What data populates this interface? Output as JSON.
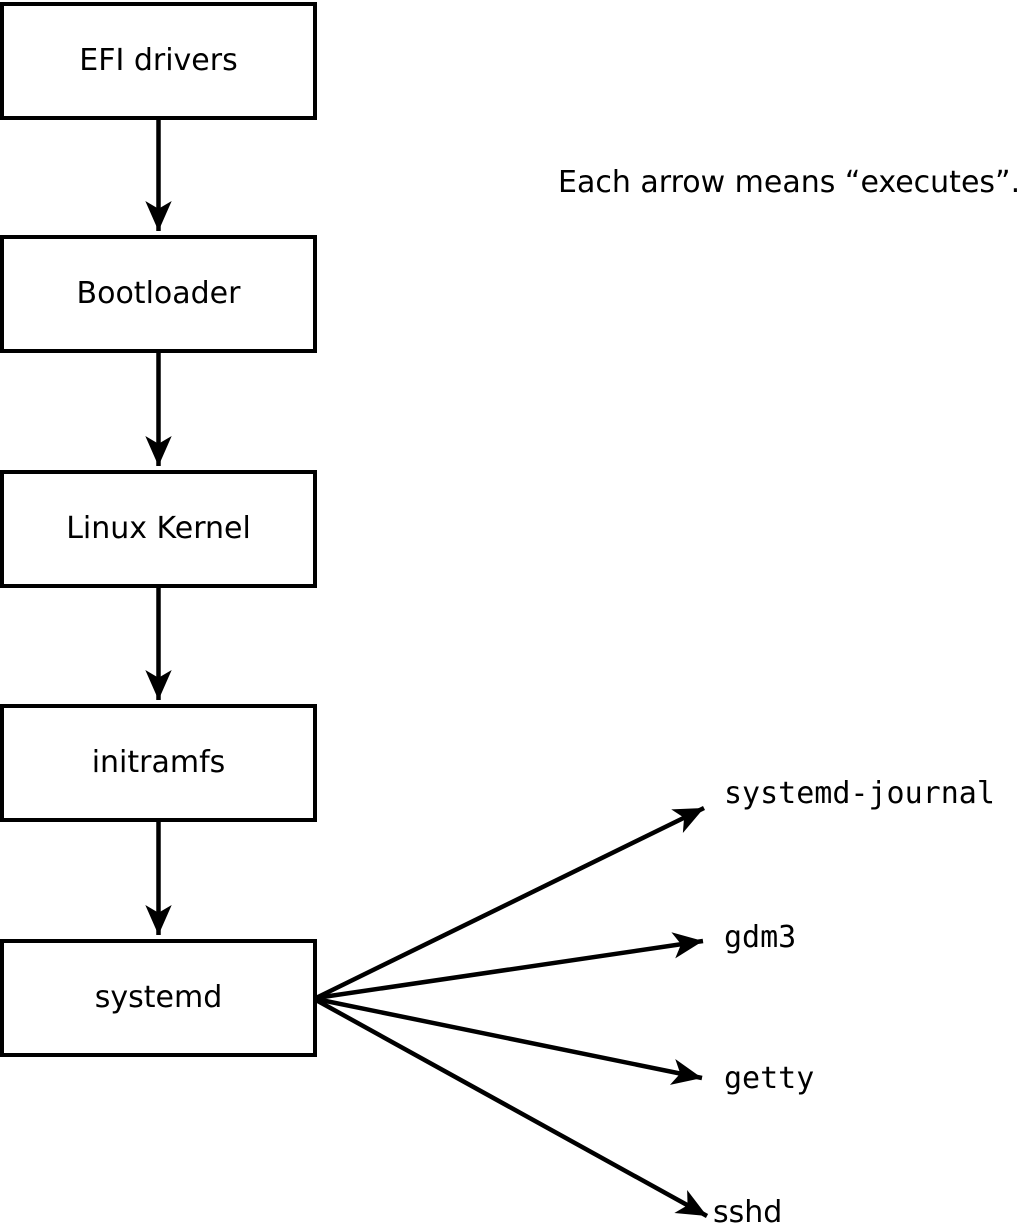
{
  "caption": "Each arrow means “executes”.",
  "chain": [
    {
      "label": "EFI drivers"
    },
    {
      "label": "Bootloader"
    },
    {
      "label": "Linux Kernel"
    },
    {
      "label": "initramfs"
    },
    {
      "label": "systemd"
    }
  ],
  "spawned": [
    {
      "label": "systemd-journal"
    },
    {
      "label": "gdm3"
    },
    {
      "label": "getty"
    },
    {
      "label": "sshd"
    }
  ],
  "colors": {
    "ink": "#000000",
    "paper": "#ffffff"
  }
}
